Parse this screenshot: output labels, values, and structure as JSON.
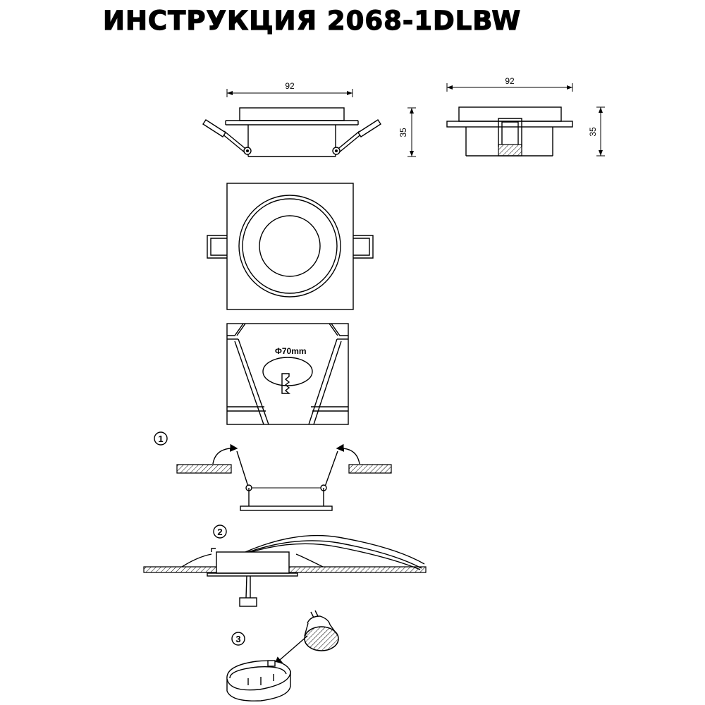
{
  "title": "ИНСТРУКЦИЯ 2068-1DLBW",
  "dimensions": {
    "side_width": "92",
    "side_height": "35",
    "front_width": "92",
    "front_height": "35"
  },
  "cutout": {
    "label": "Φ70mm"
  },
  "steps": [
    "1",
    "2",
    "3"
  ]
}
